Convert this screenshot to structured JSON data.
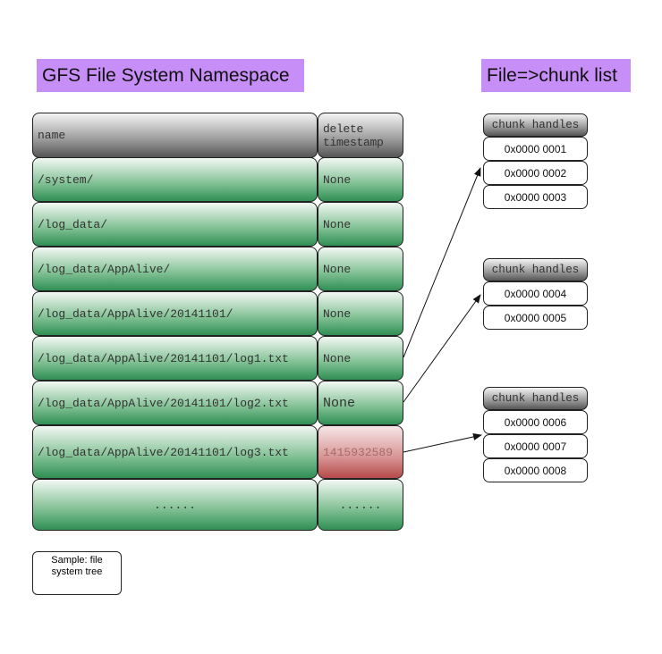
{
  "titles": {
    "namespace": "GFS File System Namespace",
    "chunk_list": "File=>chunk list"
  },
  "table": {
    "headers": {
      "name": "name",
      "timestamp": "delete timestamp"
    },
    "rows": [
      {
        "name": "/system/",
        "timestamp": "None"
      },
      {
        "name": "/log_data/",
        "timestamp": "None"
      },
      {
        "name": "/log_data/AppAlive/",
        "timestamp": "None"
      },
      {
        "name": "/log_data/AppAlive/20141101/",
        "timestamp": "None"
      },
      {
        "name": "/log_data/AppAlive/20141101/log1.txt",
        "timestamp": "None"
      },
      {
        "name": "/log_data/AppAlive/20141101/log2.txt",
        "timestamp": "None"
      },
      {
        "name": "/log_data/AppAlive/20141101/log3.txt",
        "timestamp": "1415932589"
      },
      {
        "name": "......",
        "timestamp": "......"
      }
    ]
  },
  "chunk_groups": [
    {
      "header": "chunk handles",
      "items": [
        "0x0000 0001",
        "0x0000 0002",
        "0x0000 0003"
      ]
    },
    {
      "header": "chunk handles",
      "items": [
        "0x0000 0004",
        "0x0000 0005"
      ]
    },
    {
      "header": "chunk handles",
      "items": [
        "0x0000 0006",
        "0x0000 0007",
        "0x0000 0008"
      ]
    }
  ],
  "note": "Sample: file system tree",
  "colors": {
    "title_bg": "#c68ef6",
    "live": "#2f8f54",
    "deleted": "#b64a4a"
  }
}
